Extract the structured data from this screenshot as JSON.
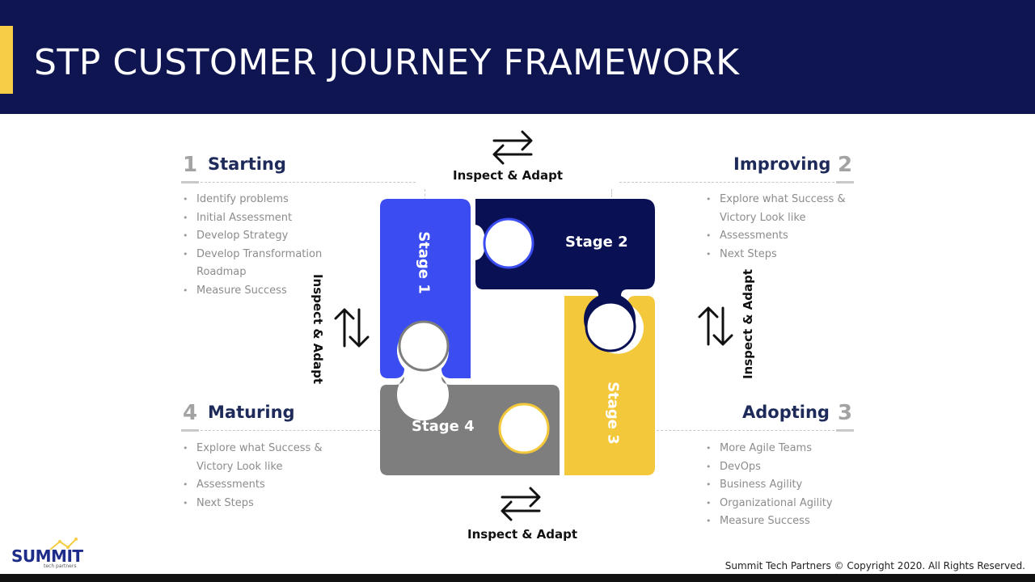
{
  "title": "STP CUSTOMER JOURNEY FRAMEWORK",
  "sections": {
    "starting": {
      "number": "1",
      "heading": "Starting",
      "items": [
        "Identify problems",
        "Initial Assessment",
        "Develop Strategy",
        "Develop Transformation Roadmap",
        "Measure Success"
      ]
    },
    "improving": {
      "number": "2",
      "heading": "Improving",
      "items": [
        "Explore what Success & Victory Look like",
        "Assessments",
        "Next Steps"
      ]
    },
    "adopting": {
      "number": "3",
      "heading": "Adopting",
      "items": [
        "More Agile Teams",
        "DevOps",
        "Business Agility",
        "Organizational Agility",
        "Measure Success"
      ]
    },
    "maturing": {
      "number": "4",
      "heading": "Maturing",
      "items": [
        "Explore what Success & Victory Look like",
        "Assessments",
        "Next Steps"
      ]
    }
  },
  "stages": {
    "stage1": "Stage 1",
    "stage2": "Stage 2",
    "stage3": "Stage 3",
    "stage4": "Stage 4"
  },
  "inspect": {
    "top": "Inspect & Adapt",
    "bottom": "Inspect & Adapt",
    "left": "Inspect & Adapt",
    "right": "Inspect & Adapt"
  },
  "icons": {
    "horizontal_arrows": "swap-horizontal-icon",
    "vertical_arrows": "swap-vertical-icon"
  },
  "colors": {
    "header": "#0e1550",
    "accent": "#f5cd47",
    "stage1": "#3b4cf0",
    "stage2": "#0a1054",
    "stage3": "#f3c83b",
    "stage4": "#7e7e7e"
  },
  "logo": {
    "word": "SUMMIT",
    "sub": "tech partners"
  },
  "copyright": "Summit Tech Partners © Copyright 2020. All Rights Reserved."
}
